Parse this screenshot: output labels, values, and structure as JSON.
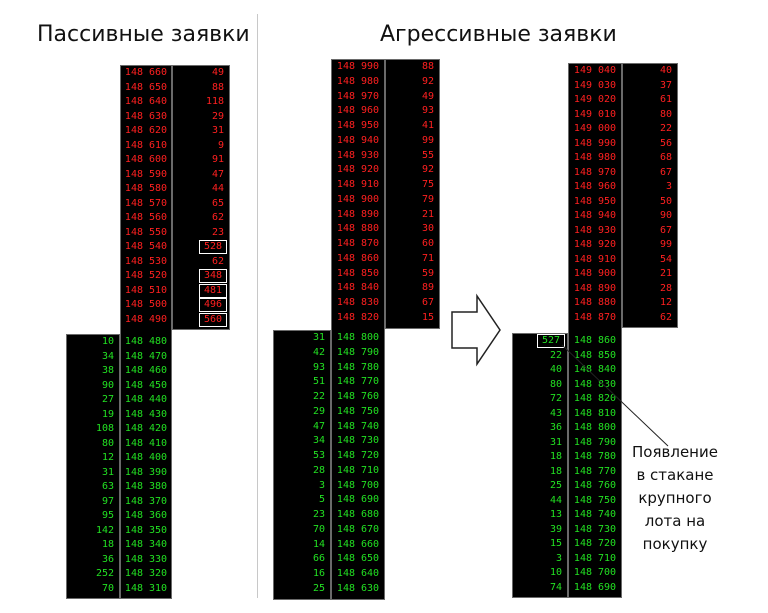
{
  "titles": {
    "passive": "Пассивные заявки",
    "aggressive": "Агрессивные заявки"
  },
  "annotation": {
    "lines": [
      "Появление",
      "в стакане",
      "крупного",
      "лота на",
      "покупку"
    ]
  },
  "colors": {
    "ask": "#ff2020",
    "bid": "#22e022",
    "panel": "#000000",
    "highlight_box": "#ffffff"
  },
  "icons": {
    "arrow": "right-arrow-outline-icon"
  },
  "books": [
    {
      "asks": [
        {
          "price": "148 660",
          "volume": "49"
        },
        {
          "price": "148 650",
          "volume": "88"
        },
        {
          "price": "148 640",
          "volume": "118"
        },
        {
          "price": "148 630",
          "volume": "29"
        },
        {
          "price": "148 620",
          "volume": "31"
        },
        {
          "price": "148 610",
          "volume": "9"
        },
        {
          "price": "148 600",
          "volume": "91"
        },
        {
          "price": "148 590",
          "volume": "47"
        },
        {
          "price": "148 580",
          "volume": "44"
        },
        {
          "price": "148 570",
          "volume": "65"
        },
        {
          "price": "148 560",
          "volume": "62"
        },
        {
          "price": "148 550",
          "volume": "23"
        },
        {
          "price": "148 540",
          "volume": "528",
          "highlight": true
        },
        {
          "price": "148 530",
          "volume": "62"
        },
        {
          "price": "148 520",
          "volume": "348",
          "highlight": true
        },
        {
          "price": "148 510",
          "volume": "481",
          "highlight": true
        },
        {
          "price": "148 500",
          "volume": "496",
          "highlight": true
        },
        {
          "price": "148 490",
          "volume": "560",
          "highlight": true
        }
      ],
      "bids": [
        {
          "price": "148 480",
          "volume": "10"
        },
        {
          "price": "148 470",
          "volume": "34"
        },
        {
          "price": "148 460",
          "volume": "38"
        },
        {
          "price": "148 450",
          "volume": "90"
        },
        {
          "price": "148 440",
          "volume": "27"
        },
        {
          "price": "148 430",
          "volume": "19"
        },
        {
          "price": "148 420",
          "volume": "108"
        },
        {
          "price": "148 410",
          "volume": "80"
        },
        {
          "price": "148 400",
          "volume": "12"
        },
        {
          "price": "148 390",
          "volume": "31"
        },
        {
          "price": "148 380",
          "volume": "63"
        },
        {
          "price": "148 370",
          "volume": "97"
        },
        {
          "price": "148 360",
          "volume": "95"
        },
        {
          "price": "148 350",
          "volume": "142"
        },
        {
          "price": "148 340",
          "volume": "18"
        },
        {
          "price": "148 330",
          "volume": "36"
        },
        {
          "price": "148 320",
          "volume": "252"
        },
        {
          "price": "148 310",
          "volume": "70"
        }
      ]
    },
    {
      "asks": [
        {
          "price": "148 990",
          "volume": "88"
        },
        {
          "price": "148 980",
          "volume": "92"
        },
        {
          "price": "148 970",
          "volume": "49"
        },
        {
          "price": "148 960",
          "volume": "93"
        },
        {
          "price": "148 950",
          "volume": "41"
        },
        {
          "price": "148 940",
          "volume": "99"
        },
        {
          "price": "148 930",
          "volume": "55"
        },
        {
          "price": "148 920",
          "volume": "92"
        },
        {
          "price": "148 910",
          "volume": "75"
        },
        {
          "price": "148 900",
          "volume": "79"
        },
        {
          "price": "148 890",
          "volume": "21"
        },
        {
          "price": "148 880",
          "volume": "30"
        },
        {
          "price": "148 870",
          "volume": "60"
        },
        {
          "price": "148 860",
          "volume": "71"
        },
        {
          "price": "148 850",
          "volume": "59"
        },
        {
          "price": "148 840",
          "volume": "89"
        },
        {
          "price": "148 830",
          "volume": "67"
        },
        {
          "price": "148 820",
          "volume": "15"
        }
      ],
      "bids": [
        {
          "price": "148 800",
          "volume": "31"
        },
        {
          "price": "148 790",
          "volume": "42"
        },
        {
          "price": "148 780",
          "volume": "93"
        },
        {
          "price": "148 770",
          "volume": "51"
        },
        {
          "price": "148 760",
          "volume": "22"
        },
        {
          "price": "148 750",
          "volume": "29"
        },
        {
          "price": "148 740",
          "volume": "47"
        },
        {
          "price": "148 730",
          "volume": "34"
        },
        {
          "price": "148 720",
          "volume": "53"
        },
        {
          "price": "148 710",
          "volume": "28"
        },
        {
          "price": "148 700",
          "volume": "3"
        },
        {
          "price": "148 690",
          "volume": "5"
        },
        {
          "price": "148 680",
          "volume": "23"
        },
        {
          "price": "148 670",
          "volume": "70"
        },
        {
          "price": "148 660",
          "volume": "14"
        },
        {
          "price": "148 650",
          "volume": "66"
        },
        {
          "price": "148 640",
          "volume": "16"
        },
        {
          "price": "148 630",
          "volume": "25"
        }
      ]
    },
    {
      "asks": [
        {
          "price": "149 040",
          "volume": "40"
        },
        {
          "price": "149 030",
          "volume": "37"
        },
        {
          "price": "149 020",
          "volume": "61"
        },
        {
          "price": "149 010",
          "volume": "80"
        },
        {
          "price": "149 000",
          "volume": "22"
        },
        {
          "price": "148 990",
          "volume": "56"
        },
        {
          "price": "148 980",
          "volume": "68"
        },
        {
          "price": "148 970",
          "volume": "67"
        },
        {
          "price": "148 960",
          "volume": "3"
        },
        {
          "price": "148 950",
          "volume": "50"
        },
        {
          "price": "148 940",
          "volume": "90"
        },
        {
          "price": "148 930",
          "volume": "67"
        },
        {
          "price": "148 920",
          "volume": "99"
        },
        {
          "price": "148 910",
          "volume": "54"
        },
        {
          "price": "148 900",
          "volume": "21"
        },
        {
          "price": "148 890",
          "volume": "28"
        },
        {
          "price": "148 880",
          "volume": "12"
        },
        {
          "price": "148 870",
          "volume": "62"
        }
      ],
      "bids": [
        {
          "price": "148 860",
          "volume": "527",
          "highlight": true
        },
        {
          "price": "148 850",
          "volume": "22"
        },
        {
          "price": "148 840",
          "volume": "40"
        },
        {
          "price": "148 830",
          "volume": "80"
        },
        {
          "price": "148 820",
          "volume": "72"
        },
        {
          "price": "148 810",
          "volume": "43"
        },
        {
          "price": "148 800",
          "volume": "36"
        },
        {
          "price": "148 790",
          "volume": "31"
        },
        {
          "price": "148 780",
          "volume": "18"
        },
        {
          "price": "148 770",
          "volume": "18"
        },
        {
          "price": "148 760",
          "volume": "25"
        },
        {
          "price": "148 750",
          "volume": "44"
        },
        {
          "price": "148 740",
          "volume": "13"
        },
        {
          "price": "148 730",
          "volume": "39"
        },
        {
          "price": "148 720",
          "volume": "15"
        },
        {
          "price": "148 710",
          "volume": "3"
        },
        {
          "price": "148 700",
          "volume": "10"
        },
        {
          "price": "148 690",
          "volume": "74"
        }
      ]
    }
  ]
}
